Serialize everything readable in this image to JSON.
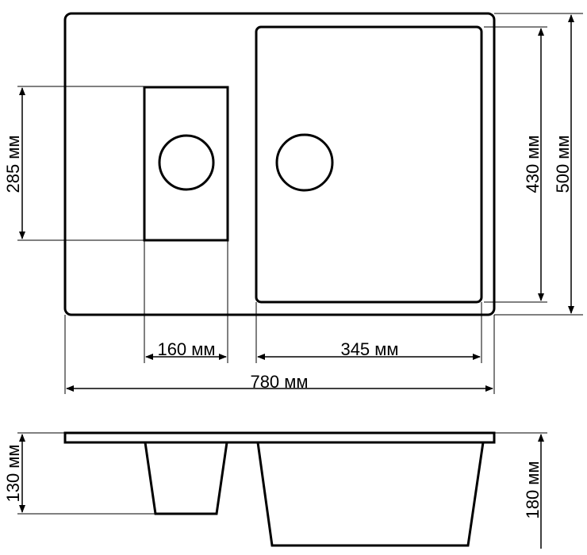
{
  "colors": {
    "stroke": "#000000",
    "background": "#ffffff"
  },
  "dimensions": {
    "small_bowl_height": "285 мм",
    "bowl_height": "430 мм",
    "overall_height": "500 мм",
    "small_bowl_width": "160 мм",
    "bowl_width": "345 мм",
    "overall_width": "780 мм",
    "small_bowl_depth": "130 мм",
    "bowl_depth": "180 мм"
  }
}
